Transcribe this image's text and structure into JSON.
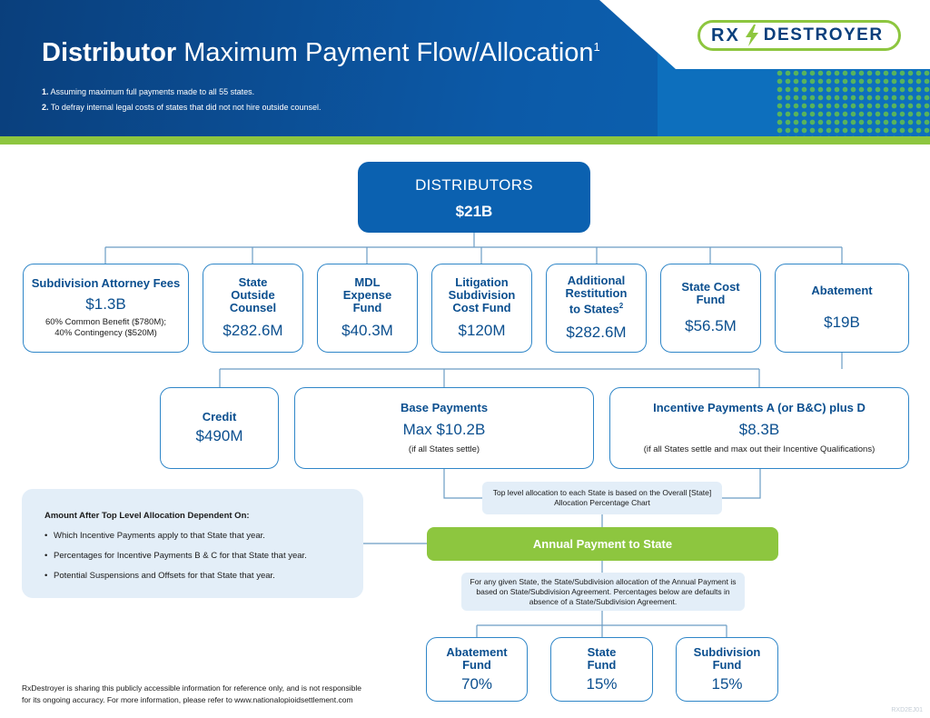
{
  "header": {
    "title_bold": "Distributor",
    "title_rest": " Maximum Payment Flow/Allocation",
    "title_sup": "1",
    "footnote1_num": "1.",
    "footnote1_text": " Assuming maximum full payments made to all 55 states.",
    "footnote2_num": "2.",
    "footnote2_text": " To defray internal legal costs of states that did not not hire outside counsel."
  },
  "logo": {
    "left": "RX",
    "right": "DESTROYER",
    "icon": "lightning-bolt-icon"
  },
  "top": {
    "title": "DISTRIBUTORS",
    "value": "$21B"
  },
  "level1": [
    {
      "title": "Subdivision Attorney Fees",
      "value": "$1.3B",
      "note1": "60% Common Benefit ($780M);",
      "note2": "40% Contingency ($520M)"
    },
    {
      "title": "State Outside Counsel",
      "value": "$282.6M"
    },
    {
      "title": "MDL Expense Fund",
      "value": "$40.3M"
    },
    {
      "title": "Litigation Subdivision Cost Fund",
      "value": "$120M"
    },
    {
      "title": "Additional Restitution to States",
      "title_sup": "2",
      "value": "$282.6M"
    },
    {
      "title": "State Cost Fund",
      "value": "$56.5M"
    },
    {
      "title": "Abatement",
      "value": "$19B"
    }
  ],
  "level2": [
    {
      "title": "Credit",
      "value": "$490M"
    },
    {
      "title": "Base Payments",
      "value": "Max $10.2B",
      "note": "(if all States settle)"
    },
    {
      "title": "Incentive Payments A (or B&C) plus D",
      "value": "$8.3B",
      "note": "(if all States settle and max out their Incentive Qualifications)"
    }
  ],
  "top_level_note": "Top level allocation to each State is based on the Overall [State] Allocation Percentage Chart",
  "dependencies": {
    "title": "Amount After Top Level Allocation Dependent On:",
    "items": [
      "Which Incentive Payments apply to that State that year.",
      "Percentages for Incentive Payments B & C for that State that year.",
      "Potential Suspensions and Offsets for that State that year."
    ]
  },
  "annual": {
    "label": "Annual Payment to State"
  },
  "subdivision_note": "For any given State, the State/Subdivision allocation of the Annual Payment is based on State/Subdivision Agreement. Percentages below are defaults in absence of a State/Subdivision Agreement.",
  "level3": [
    {
      "title": "Abatement Fund",
      "value": "70%"
    },
    {
      "title": "State Fund",
      "value": "15%"
    },
    {
      "title": "Subdivision Fund",
      "value": "15%"
    }
  ],
  "disclaimer": {
    "line1": "RxDestroyer is sharing this publicly accessible information for reference only, and is not responsible",
    "line2": "for its ongoing accuracy. For more information, please refer to www.nationalopioidsettlement.com"
  },
  "doc_id": "RXD2EJ01",
  "colors": {
    "navy": "#0b4f8f",
    "blue": "#0b61b0",
    "border": "#2f86c8",
    "green": "#8dc63f",
    "light": "#e3eef8"
  }
}
